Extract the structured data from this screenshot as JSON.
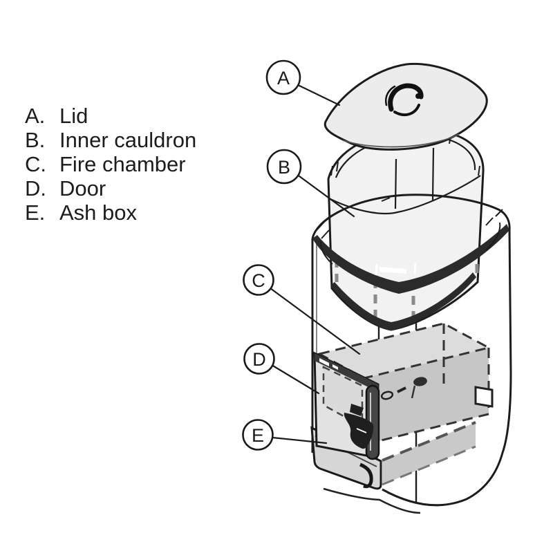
{
  "figure": {
    "type": "exploded-parts-diagram",
    "subject": "wood-fired cauldron stove"
  },
  "legend": {
    "items": [
      {
        "letter": "A.",
        "label": "Lid"
      },
      {
        "letter": "B.",
        "label": "Inner cauldron"
      },
      {
        "letter": "C.",
        "label": "Fire chamber"
      },
      {
        "letter": "D.",
        "label": "Door"
      },
      {
        "letter": "E.",
        "label": "Ash box"
      }
    ]
  },
  "callouts": {
    "a": {
      "letter": "A"
    },
    "b": {
      "letter": "B"
    },
    "c": {
      "letter": "C"
    },
    "d": {
      "letter": "D"
    },
    "e": {
      "letter": "E"
    }
  },
  "colors": {
    "line": "#1c1c1c",
    "band_dark": "#2b2b2b",
    "fill_lid": "#ececec",
    "fill_cauldron": "#f2f2f2",
    "fill_chamber": "#d2d2d2",
    "fill_drawer": "#d6d6d6",
    "background": "#ffffff"
  }
}
